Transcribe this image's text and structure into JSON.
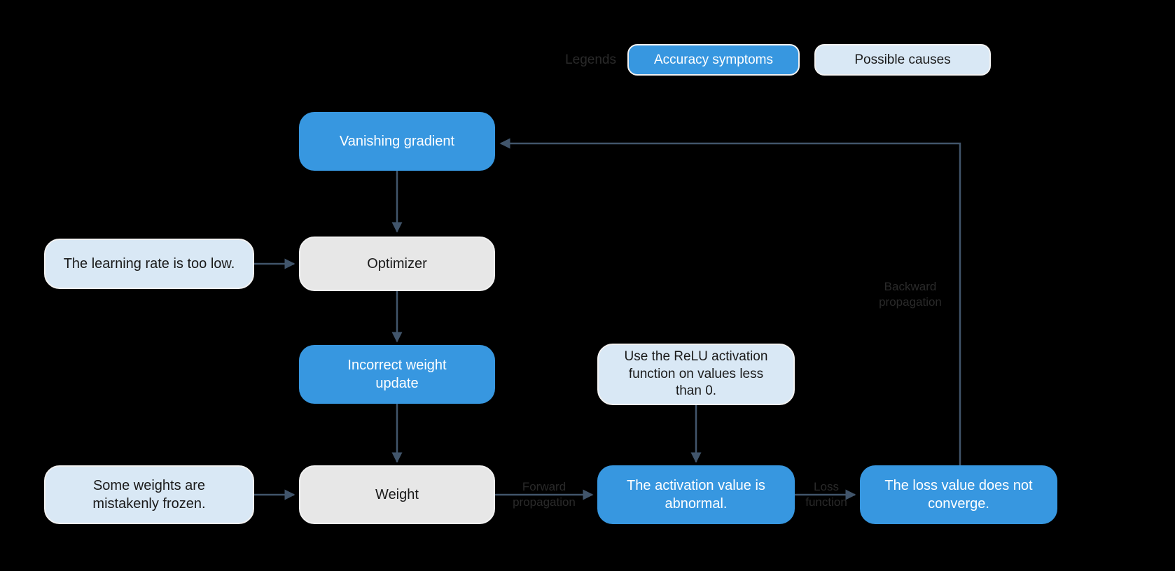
{
  "colors": {
    "bg": "#000000",
    "symptom": "#3797e0",
    "cause": "#d9e8f5",
    "neutral": "#e7e7e7",
    "arrow": "#41556b",
    "boxBorder": "#f2f2f2",
    "symptomText": "#ffffff",
    "darkText": "#1a1a1a",
    "faintText": "#2a2a2a"
  },
  "legend": {
    "title": "Legends",
    "symptom_label": "Accuracy symptoms",
    "cause_label": "Possible causes"
  },
  "nodes": {
    "vanishing_gradient": "Vanishing gradient",
    "optimizer": "Optimizer",
    "incorrect_weight_update": "Incorrect weight update",
    "weight": "Weight",
    "learning_rate_low": "The learning rate is too low.",
    "weights_frozen": "Some weights are mistakenly frozen.",
    "relu_hint": "Use the ReLU activation function on values less than 0.",
    "activation_abnormal": "The activation value is abnormal.",
    "loss_not_converge": "The loss value does not converge."
  },
  "edge_labels": {
    "forward": {
      "line1": "Forward",
      "line2": "propagation"
    },
    "loss_fn": {
      "line1": "Loss",
      "line2": "function"
    },
    "backward": {
      "line1": "Backward",
      "line2": "propagation"
    }
  }
}
